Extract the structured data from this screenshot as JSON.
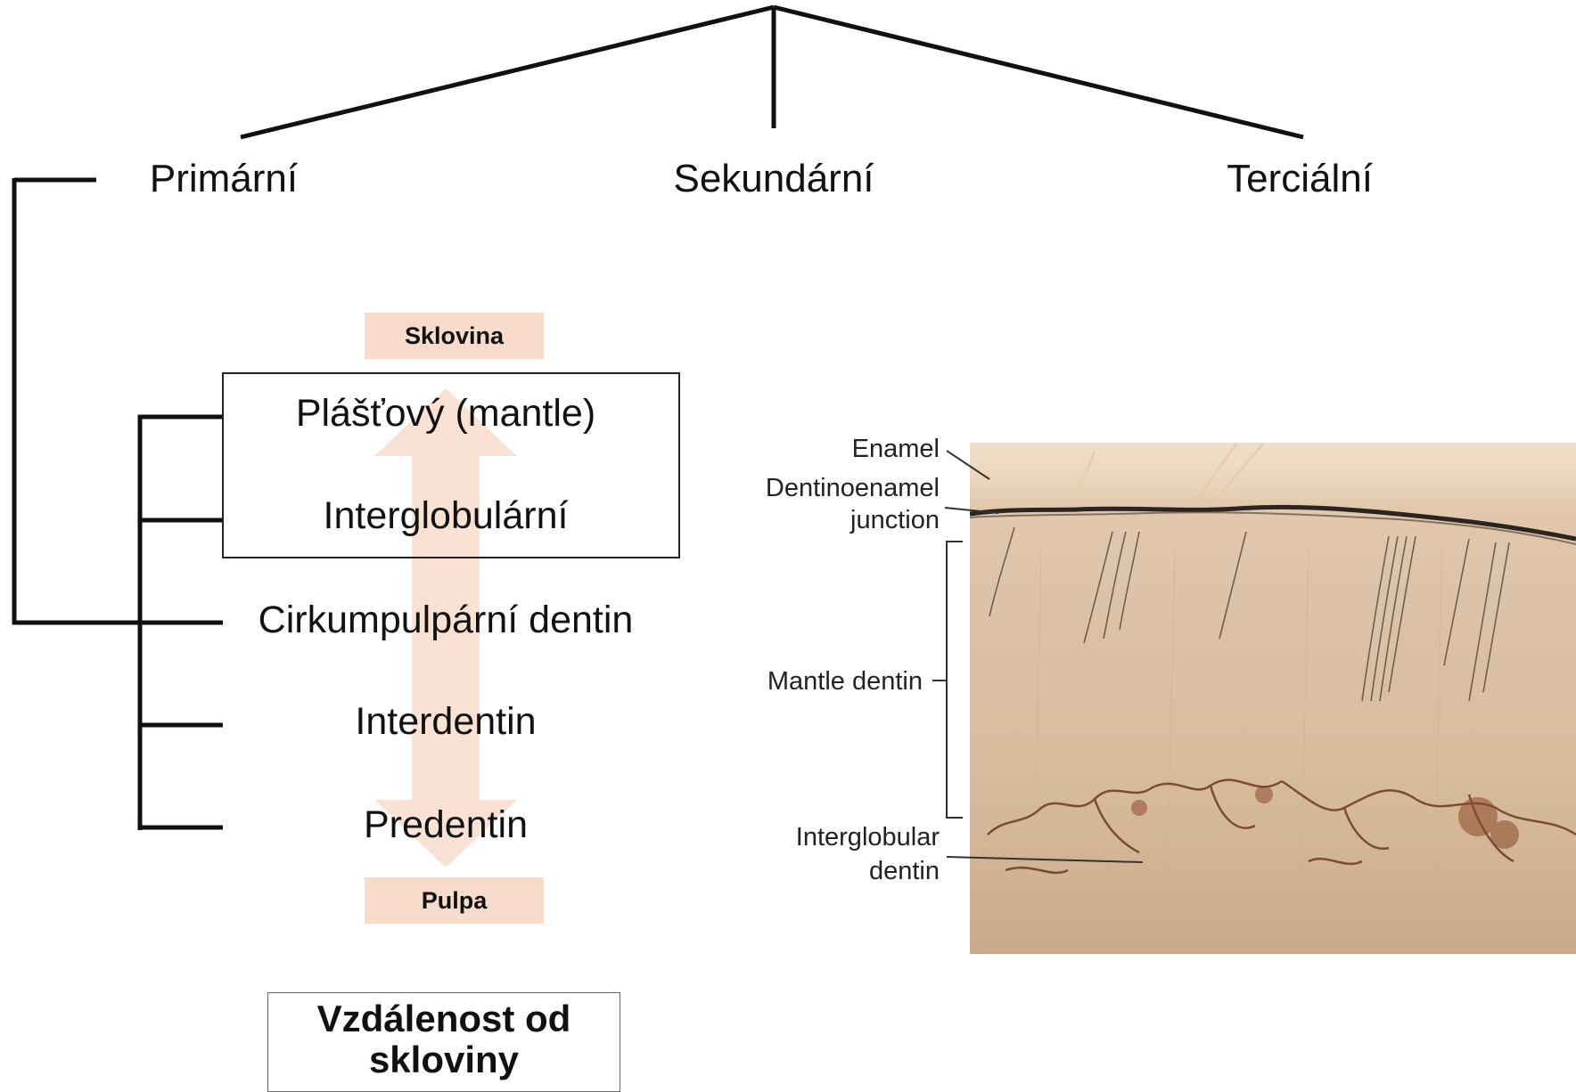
{
  "categories": [
    "Primární",
    "Sekundární",
    "Terciální"
  ],
  "top_label": "Sklovina",
  "bottom_label": "Pulpa",
  "layers": [
    "Plášťový (mantle)",
    "Interglobulární",
    "Cirkumpulpární dentin",
    "Interdentin",
    "Predentin"
  ],
  "footer_text": "Vzdálenost od skloviny",
  "arrow_color": "#f8dccb",
  "photo": {
    "labels": {
      "enamel": "Enamel",
      "dej_line1": "Dentinoenamel",
      "dej_line2": "junction",
      "mantle": "Mantle dentin",
      "interglobular_line1": "Interglobular",
      "interglobular_line2": "dentin"
    }
  }
}
